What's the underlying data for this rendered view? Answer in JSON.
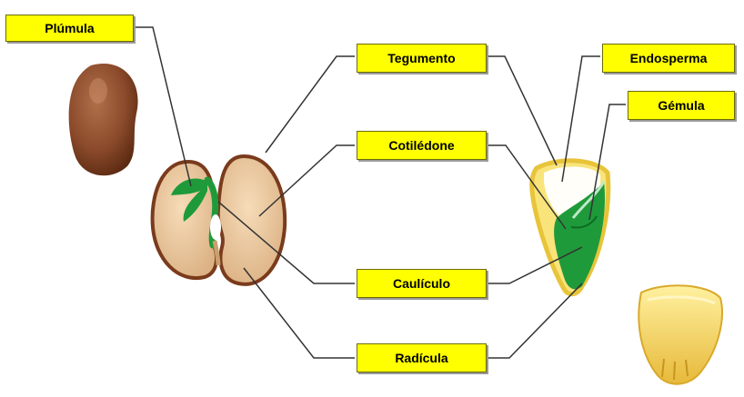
{
  "labels": {
    "plumula": "Plúmula",
    "tegumento": "Tegumento",
    "endosperma": "Endosperma",
    "gemula": "Gémula",
    "cotiledone": "Cotilédone",
    "caulicula": "Caulículo",
    "radicula": "Radícula"
  },
  "colors": {
    "label_bg": "#ffff00",
    "bean_seed": "#8b4a2b",
    "bean_cotyledon": "#e9c59a",
    "bean_coat": "#7a3b1c",
    "embryo_green": "#1f9a3a",
    "corn_yellow": "#f3d66a",
    "leader_line": "#333333"
  }
}
